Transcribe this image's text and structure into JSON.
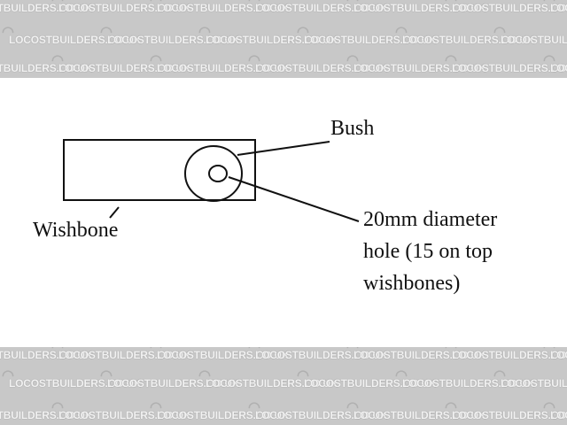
{
  "watermark": {
    "text": "LOCOSTBUILDERS.CO.UK",
    "icon": "car-logo-icon"
  },
  "diagram": {
    "labels": {
      "bush": "Bush",
      "wishbone": "Wishbone",
      "hole_line1": "20mm diameter",
      "hole_line2": "hole (15 on top",
      "hole_line3": "wishbones)"
    }
  }
}
